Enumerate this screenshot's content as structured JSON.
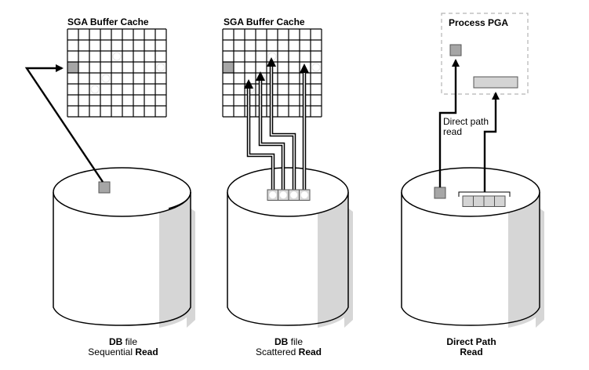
{
  "colors": {
    "line": "#000000",
    "block_dark": "#a6a6a6",
    "block_light": "#d4d4d4",
    "shade": "#d6d6d6",
    "pga_border": "#b3b3b3",
    "background": "#ffffff"
  },
  "panels": [
    {
      "id": "sequential",
      "cache_title": "SGA Buffer Cache",
      "caption_line1_bold": "DB",
      "caption_line1_regular": " file",
      "caption_line2_regular": "Sequential ",
      "caption_line2_bold": "Read"
    },
    {
      "id": "scattered",
      "cache_title": "SGA Buffer Cache",
      "caption_line1_bold": "DB",
      "caption_line1_regular": " file",
      "caption_line2_regular": "Scattered ",
      "caption_line2_bold": "Read"
    },
    {
      "id": "direct",
      "pga_title": "Process PGA",
      "arrow_label_line1": "Direct path",
      "arrow_label_line2": "read",
      "caption_line1_bold": "Direct Path",
      "caption_line2_bold": "Read"
    }
  ],
  "buffer_cache": {
    "columns": 9,
    "rows": 8,
    "filled_block": {
      "col": 0,
      "row": 3
    },
    "free_slots": [
      {
        "col": 4,
        "row": 2
      },
      {
        "col": 8,
        "row": 3
      },
      {
        "col": 3,
        "row": 4
      },
      {
        "col": 2,
        "row": 5
      }
    ]
  },
  "scattered_read": {
    "multiblock_count": 4
  },
  "direct_read": {
    "multiblock_count": 4
  }
}
